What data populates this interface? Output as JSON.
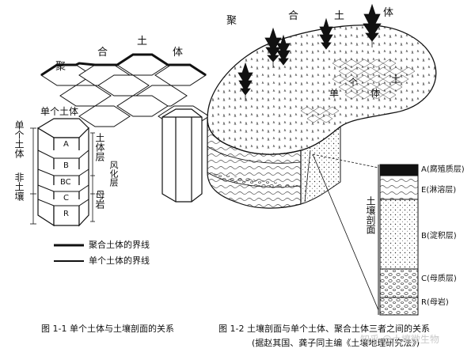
{
  "fig1": {
    "title_chars": [
      "聚",
      "合",
      "土",
      "体"
    ],
    "single_label": "单个土体",
    "side_left_top": "单个土体",
    "side_left_bottom": "非土壤",
    "side_right_top": "土体层",
    "side_right_mid": "风化层",
    "side_right_bottom": "母岩",
    "layers": [
      "A",
      "B",
      "BC",
      "C",
      "R"
    ],
    "legend": [
      {
        "label": "聚合土体的界线"
      },
      {
        "label": "单个土体的界线"
      }
    ],
    "caption": "图 1-1  单个土体与土壤剖面的关系"
  },
  "fig2": {
    "title_chars": [
      "聚",
      "合",
      "土",
      "体"
    ],
    "single_chars": [
      "单",
      "个",
      "土",
      "体"
    ],
    "profile_label": "土壤剖面",
    "horizons": [
      {
        "code": "A",
        "name": "A(腐殖质层)"
      },
      {
        "code": "E",
        "name": "E(淋溶层)"
      },
      {
        "code": "B",
        "name": "B(淀积层)"
      },
      {
        "code": "C",
        "name": "C(母质层)"
      },
      {
        "code": "R",
        "name": "R(母岩)"
      }
    ],
    "caption_line1": "图 1-2  土壤剖面与单个土体、聚合土体三者之间的关系",
    "caption_line2": "(据赵其国、龚子同主编《土壤地理研究法》)"
  },
  "watermark": "知乎 @土壤微生物"
}
